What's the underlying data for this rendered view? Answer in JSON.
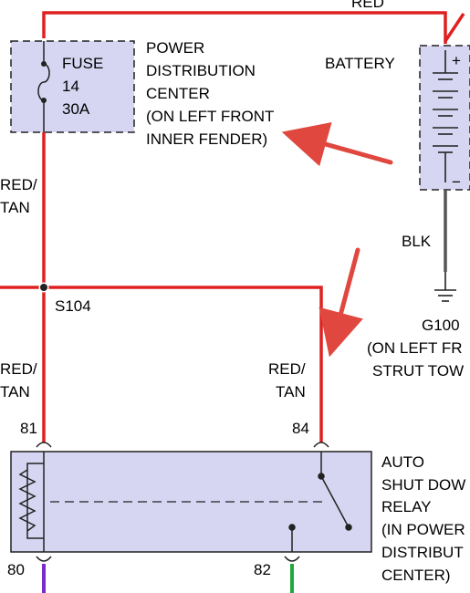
{
  "labels": {
    "top_wire": "RED",
    "fuse_line1": "FUSE",
    "fuse_line2": "14",
    "fuse_line3": "30A",
    "pdc_line1": "POWER",
    "pdc_line2": "DISTRIBUTION",
    "pdc_line3": "CENTER",
    "pdc_line4": "(ON LEFT FRONT",
    "pdc_line5": "INNER FENDER)",
    "battery": "BATTERY",
    "battery_plus": "+",
    "battery_minus": "−",
    "blk": "BLK",
    "left_wire_upper_1": "RED/",
    "left_wire_upper_2": "TAN",
    "splice": "S104",
    "ground_line1": "G100",
    "ground_line2": "(ON LEFT FR",
    "ground_line3": "STRUT TOW",
    "left_wire_lower_1": "RED/",
    "left_wire_lower_2": "TAN",
    "right_wire_1": "RED/",
    "right_wire_2": "TAN",
    "pin_81": "81",
    "pin_84": "84",
    "pin_80": "80",
    "pin_82": "82",
    "relay_line1": "AUTO",
    "relay_line2": "SHUT DOW",
    "relay_line3": "RELAY",
    "relay_line4": "(IN POWER",
    "relay_line5": "DISTRIBUT",
    "relay_line6": "CENTER)"
  },
  "colors": {
    "wire_red": "#e02020",
    "component_fill": "#d6d6f2",
    "arrow": "#e0473f",
    "wire_violet": "#7a2cc8",
    "wire_green": "#1fa93a"
  }
}
